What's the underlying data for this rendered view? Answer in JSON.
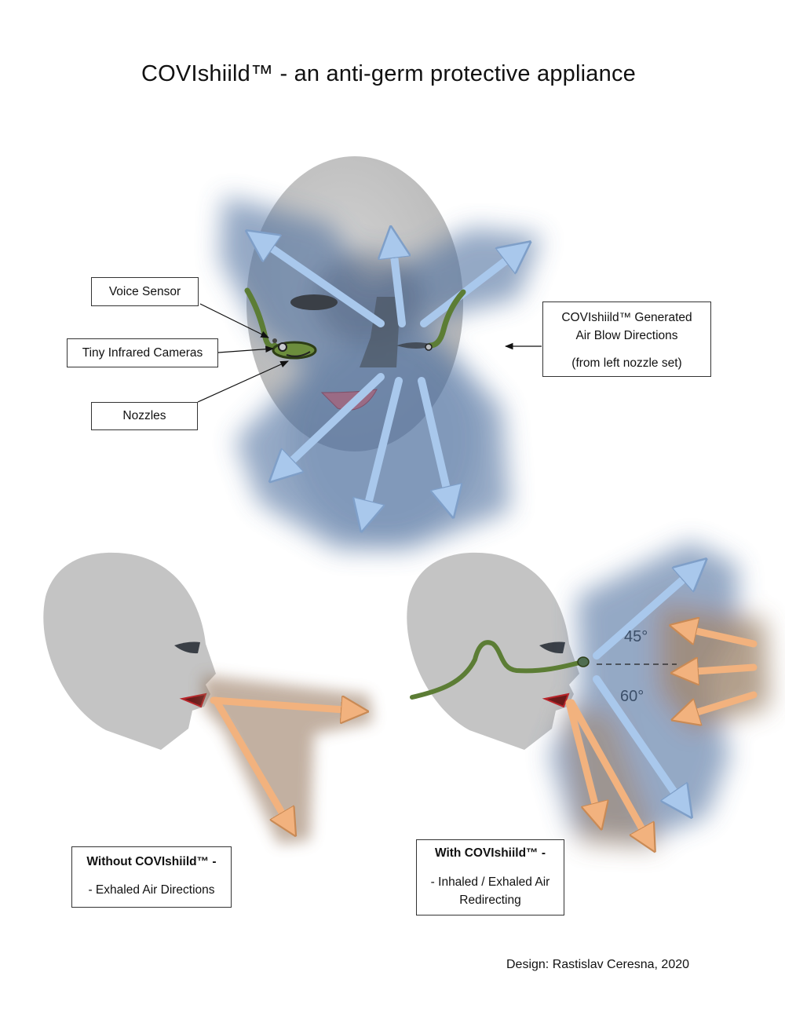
{
  "title": "COVIshiild™ - an anti-germ protective appliance",
  "labels": {
    "voice_sensor": "Voice Sensor",
    "cameras": "Tiny Infrared Cameras",
    "nozzles": "Nozzles",
    "generated_line1": "COVIshiild™ Generated",
    "generated_line2": "Air Blow Directions",
    "generated_line3": "(from left nozzle set)"
  },
  "panels": {
    "without_title": "Without COVIshiild™ -",
    "without_sub": "- Exhaled Air Directions",
    "with_title": "With COVIshiild™ -",
    "with_sub1": "- Inhaled / Exhaled Air",
    "with_sub2": "Redirecting"
  },
  "angles": {
    "upper": "45°",
    "lower": "60°"
  },
  "credit": "Design: Rastislav Ceresna, 2020",
  "colors": {
    "head": "#c4c4c4",
    "air_blue": "#a9c8ec",
    "blue_glow": "#4d6f9e",
    "exhale_orange": "#f2b27e",
    "orange_glow": "#8a6a4c",
    "device_green": "#5c7d35"
  }
}
